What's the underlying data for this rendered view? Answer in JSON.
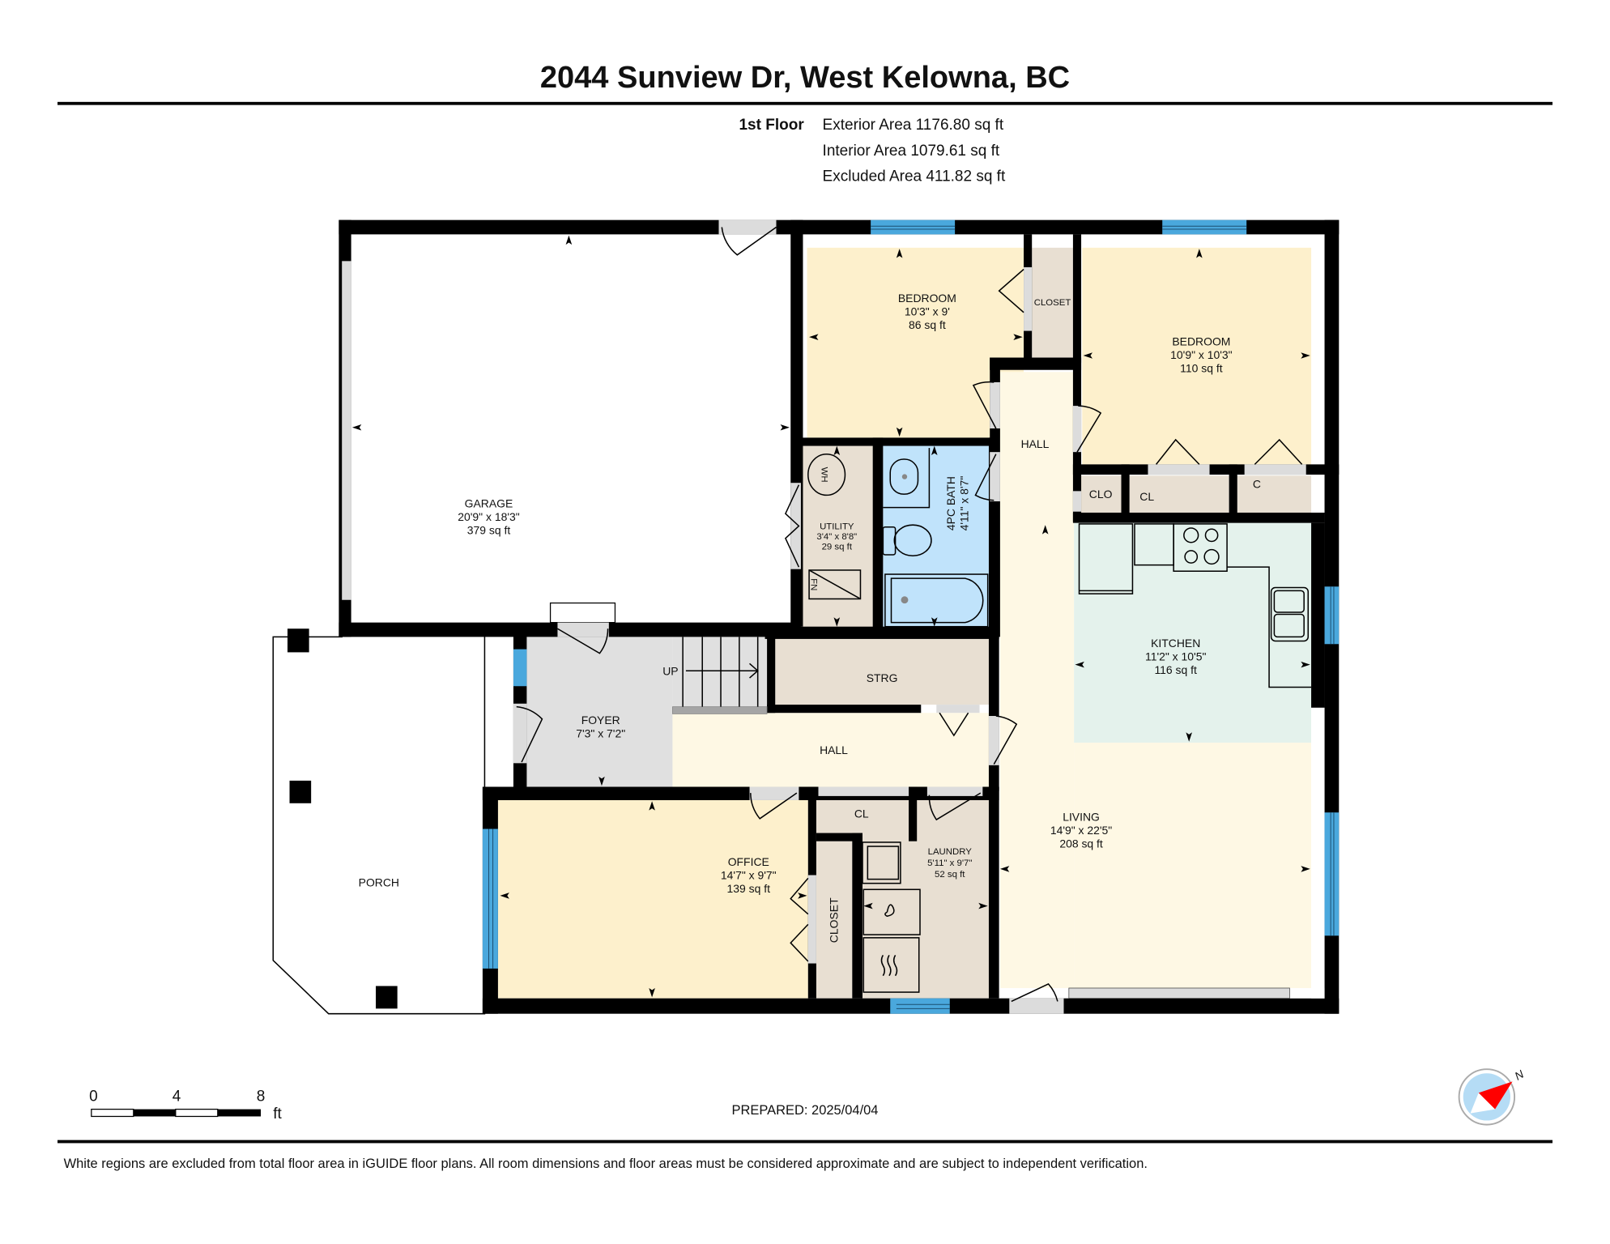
{
  "header": {
    "title": "2044 Sunview Dr, West Kelowna, BC",
    "floor_label": "1st Floor",
    "areas": [
      "Exterior Area 1176.80 sq ft",
      "Interior Area 1079.61 sq ft",
      "Excluded Area 411.82 sq ft"
    ]
  },
  "rooms": {
    "garage": {
      "name": "GARAGE",
      "dim": "20'9\" x 18'3\"",
      "area": "379 sq ft"
    },
    "bedroom1": {
      "name": "BEDROOM",
      "dim": "10'3\" x 9'",
      "area": "86 sq ft"
    },
    "bedroom2": {
      "name": "BEDROOM",
      "dim": "10'9\" x 10'3\"",
      "area": "110 sq ft"
    },
    "closet_top": {
      "name": "CLOSET"
    },
    "hall_top": {
      "name": "HALL"
    },
    "utility": {
      "name": "UTILITY",
      "dim": "3'4\" x 8'8\"",
      "area": "29 sq ft"
    },
    "bath": {
      "name": "4PC BATH",
      "dim": "4'11\" x 8'7\""
    },
    "clo": {
      "name": "CLO"
    },
    "cl_kitchen": {
      "name": "CL"
    },
    "c_kitchen": {
      "name": "C"
    },
    "kitchen": {
      "name": "KITCHEN",
      "dim": "11'2\" x 10'5\"",
      "area": "116 sq ft"
    },
    "strg": {
      "name": "STRG"
    },
    "foyer": {
      "name": "FOYER",
      "dim": "7'3\" x 7'2\""
    },
    "stairs_label": "UP",
    "hall_mid": {
      "name": "HALL"
    },
    "porch": {
      "name": "PORCH"
    },
    "office": {
      "name": "OFFICE",
      "dim": "14'7\" x 9'7\"",
      "area": "139 sq ft"
    },
    "cl_office": {
      "name": "CL"
    },
    "closet_office": {
      "name": "CLOSET"
    },
    "laundry": {
      "name": "LAUNDRY",
      "dim": "5'11\" x 9'7\"",
      "area": "52 sq ft"
    },
    "living": {
      "name": "LIVING",
      "dim": "14'9\" x 22'5\"",
      "area": "208 sq ft"
    },
    "fixtures": {
      "water_heater": "WH",
      "furnace": "FN"
    }
  },
  "scale_bar": {
    "ticks": [
      "0",
      "4",
      "8"
    ],
    "unit": "ft"
  },
  "prepared": "PREPARED: 2025/04/04",
  "compass": {
    "label": "N"
  },
  "footer": "White regions are excluded from total floor area in iGUIDE floor plans. All room dimensions and floor areas must be considered approximate and are subject to independent verification.",
  "colors": {
    "bedroom": "#fdf0cc",
    "hall": "#fef8e4",
    "utility": "#e8dfd2",
    "bath": "#c0e3fb",
    "kitchen": "#e4f2ec",
    "foyer": "#e0e0e0",
    "window": "#4aa8dd",
    "compass_red": "#ff0000",
    "compass_bg": "#b5dcf5"
  }
}
